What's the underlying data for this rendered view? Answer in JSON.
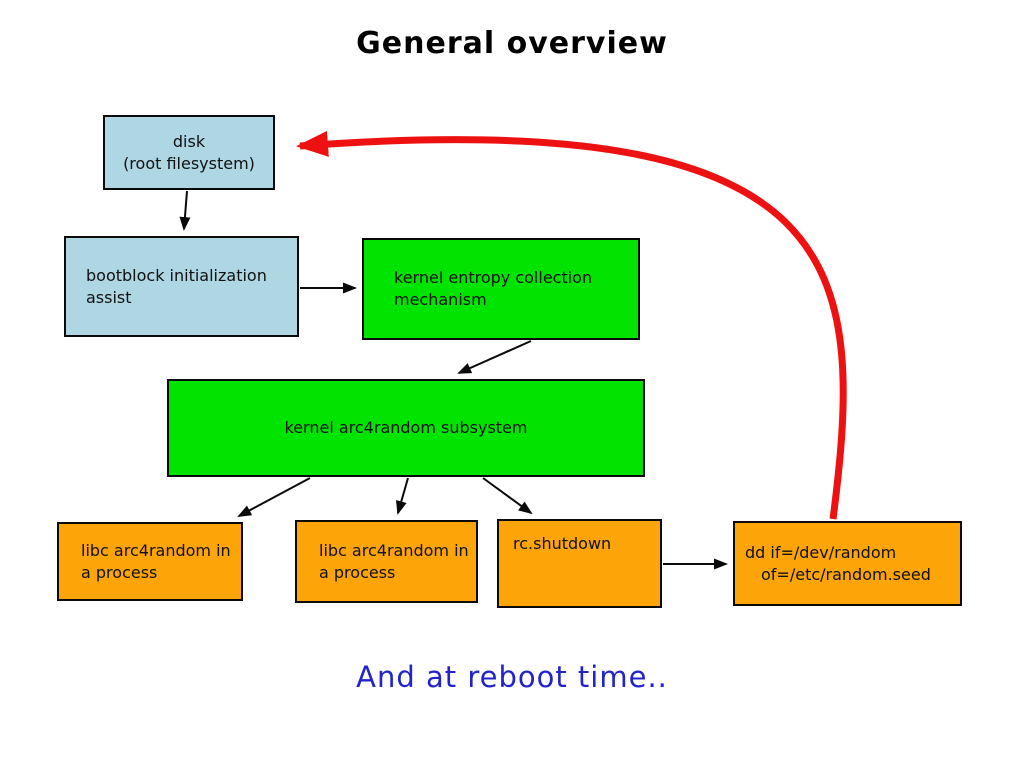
{
  "title": "General overview",
  "footer": "And at reboot time..",
  "colors": {
    "lightblue": "#aed6e3",
    "green": "#00e400",
    "orange": "#fca408",
    "red": "#ee1111",
    "blue-text": "#2323cc"
  },
  "boxes": {
    "disk": {
      "line1": "disk",
      "line2": "(root filesystem)"
    },
    "bootblock": {
      "label": "bootblock initialization assist"
    },
    "entropy": {
      "label": "kernel entropy collection mechanism"
    },
    "arc4random": {
      "label": "kernel arc4random subsystem"
    },
    "libc1": {
      "label": "libc arc4random in a process"
    },
    "libc2": {
      "label": "libc arc4random in a process"
    },
    "rcshutdown": {
      "label": "rc.shutdown"
    },
    "dd": {
      "line1": "dd if=/dev/random",
      "line2": "of=/etc/random.seed"
    }
  }
}
